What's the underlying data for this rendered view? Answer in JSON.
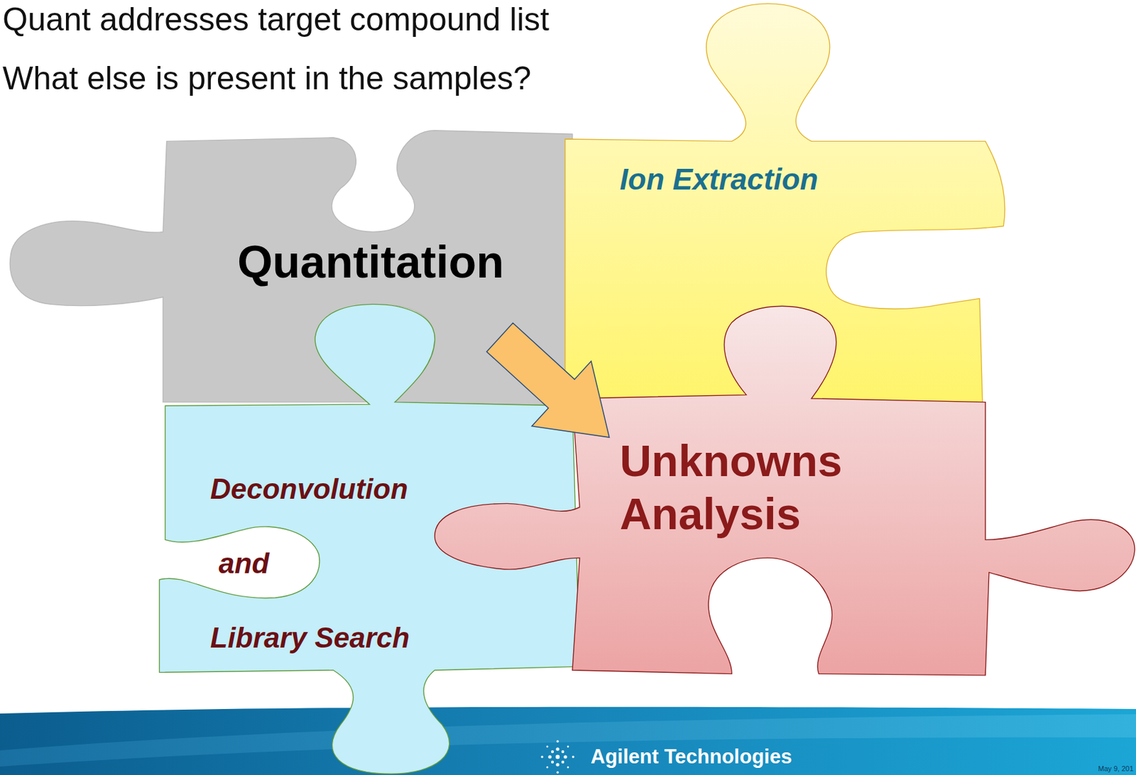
{
  "diagram": {
    "nodes": [
      {
        "text": [
          "Quantitation"
        ]
      },
      {
        "text": [
          "Ion Extraction"
        ]
      },
      {
        "text": [
          "Deconvolution",
          "and",
          "Library Search"
        ]
      },
      {
        "text": [
          "Unknowns Analysis"
        ]
      }
    ],
    "edges": [
      {
        "from": 0,
        "to": 3,
        "arrow": "to"
      }
    ],
    "labels": [
      "Quant addresses target compound list",
      "What else is present in the samples?",
      "Agilent Technologies",
      "May 9, 201"
    ]
  }
}
